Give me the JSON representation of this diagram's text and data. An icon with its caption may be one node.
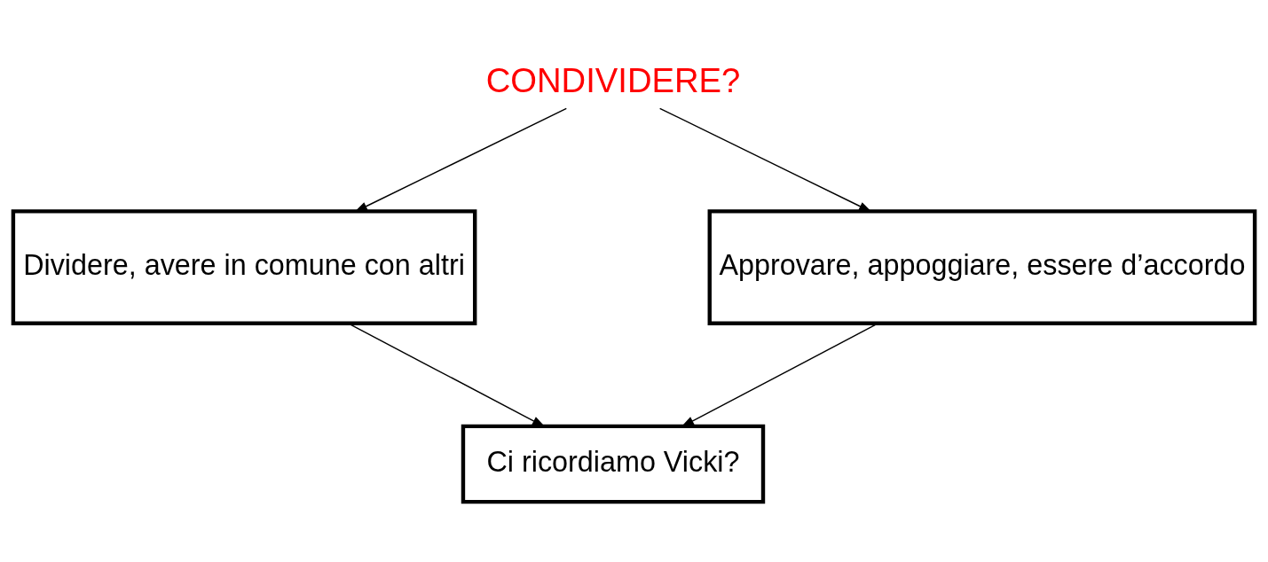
{
  "diagram": {
    "nodes": [
      {
        "text": [
          "CONDIVIDERE?"
        ]
      },
      {
        "text": [
          "Dividere, avere in comune con altri"
        ]
      },
      {
        "text": [
          "Approvare, appoggiare, essere d’accordo"
        ]
      },
      {
        "text": [
          "Ci ricordiamo Vicki?"
        ]
      }
    ],
    "edges": [
      {
        "from": 0,
        "to": 1,
        "arrow": "to"
      },
      {
        "from": 0,
        "to": 2,
        "arrow": "to"
      },
      {
        "from": 1,
        "to": 3,
        "arrow": "to"
      },
      {
        "from": 2,
        "to": 3,
        "arrow": "to"
      }
    ]
  }
}
